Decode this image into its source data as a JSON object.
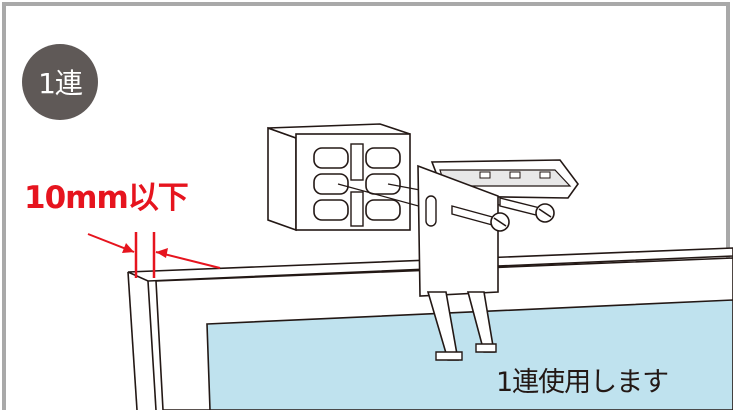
{
  "badge": {
    "label": "1連"
  },
  "dimension": {
    "label": "10mm以下"
  },
  "caption": {
    "text": "1連使用します"
  },
  "colors": {
    "frame_border": "#a9a9a9",
    "glass": "#bfe2ee",
    "dimension": "#e6141e",
    "badge_fill": "#5f5957",
    "line": "#231815"
  }
}
